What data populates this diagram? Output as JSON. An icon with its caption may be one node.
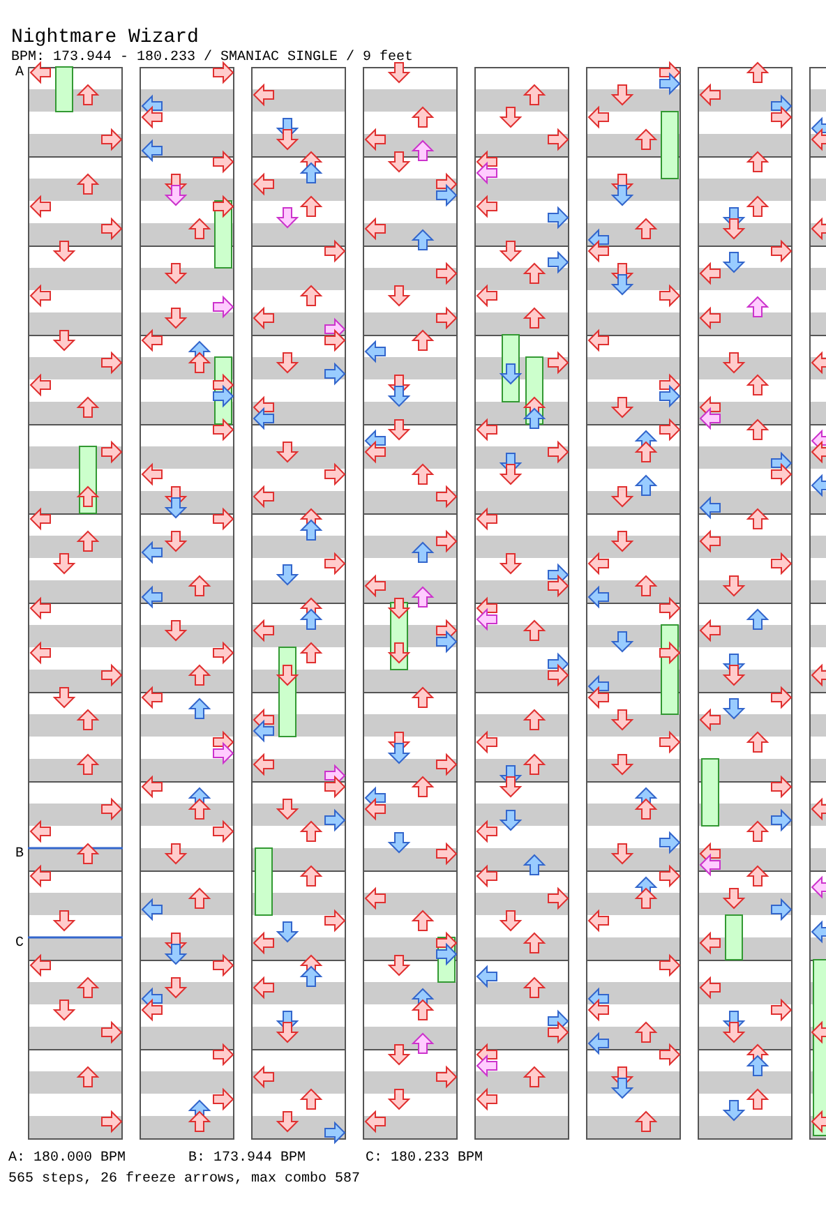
{
  "diagram": {
    "title": "Nightmare Wizard",
    "labels": [
      "BPM: 173.944 - 180.233 / SMANIAC SINGLE / 9 feet",
      "A",
      "B",
      "C",
      "A: 180.000 BPM",
      "B: 173.944 BPM",
      "C: 180.233 BPM",
      "565 steps, 26 freeze arrows, max combo 587"
    ]
  }
}
